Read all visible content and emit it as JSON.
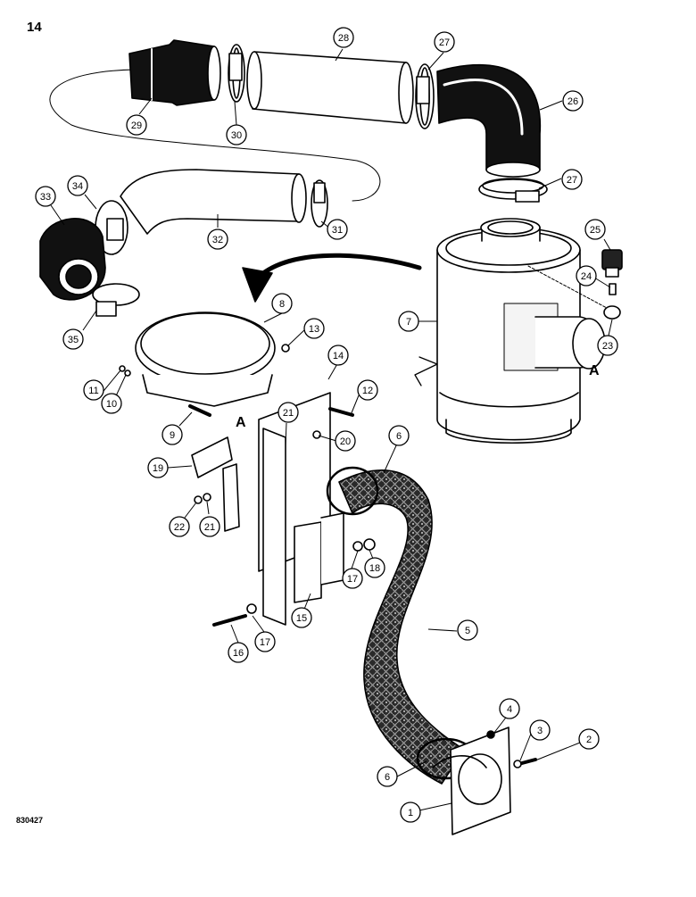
{
  "page": {
    "number": "14",
    "figure_code": "830427"
  },
  "view_marker": "A",
  "callouts": [
    {
      "id": "c1",
      "label": "1"
    },
    {
      "id": "c2",
      "label": "2"
    },
    {
      "id": "c3",
      "label": "3"
    },
    {
      "id": "c4",
      "label": "4"
    },
    {
      "id": "c5",
      "label": "5"
    },
    {
      "id": "c6a",
      "label": "6"
    },
    {
      "id": "c6b",
      "label": "6"
    },
    {
      "id": "c7",
      "label": "7"
    },
    {
      "id": "c8",
      "label": "8"
    },
    {
      "id": "c9",
      "label": "9"
    },
    {
      "id": "c10",
      "label": "10"
    },
    {
      "id": "c11",
      "label": "11"
    },
    {
      "id": "c12",
      "label": "12"
    },
    {
      "id": "c13",
      "label": "13"
    },
    {
      "id": "c14",
      "label": "14"
    },
    {
      "id": "c15",
      "label": "15"
    },
    {
      "id": "c16",
      "label": "16"
    },
    {
      "id": "c17a",
      "label": "17"
    },
    {
      "id": "c17b",
      "label": "17"
    },
    {
      "id": "c18",
      "label": "18"
    },
    {
      "id": "c19",
      "label": "19"
    },
    {
      "id": "c20",
      "label": "20"
    },
    {
      "id": "c21a",
      "label": "21"
    },
    {
      "id": "c21b",
      "label": "21"
    },
    {
      "id": "c22",
      "label": "22"
    },
    {
      "id": "c23",
      "label": "23"
    },
    {
      "id": "c24",
      "label": "24"
    },
    {
      "id": "c25",
      "label": "25"
    },
    {
      "id": "c26",
      "label": "26"
    },
    {
      "id": "c27a",
      "label": "27"
    },
    {
      "id": "c27b",
      "label": "27"
    },
    {
      "id": "c28",
      "label": "28"
    },
    {
      "id": "c29",
      "label": "29"
    },
    {
      "id": "c30",
      "label": "30"
    },
    {
      "id": "c31",
      "label": "31"
    },
    {
      "id": "c32",
      "label": "32"
    },
    {
      "id": "c33",
      "label": "33"
    },
    {
      "id": "c34",
      "label": "34"
    },
    {
      "id": "c35",
      "label": "35"
    }
  ]
}
